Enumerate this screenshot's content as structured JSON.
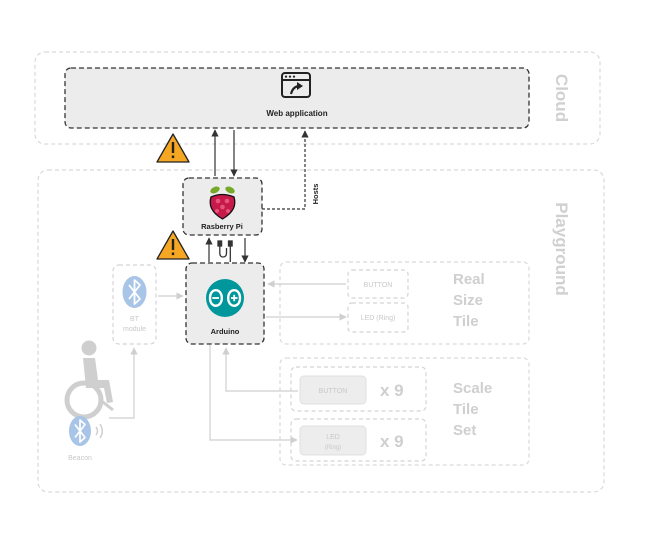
{
  "cloud": {
    "title": "Cloud",
    "web_app_label": "Web application"
  },
  "playground": {
    "title": "Playground"
  },
  "rpi": {
    "label": "Rasberry Pi",
    "hosts_label": "Hosts"
  },
  "arduino": {
    "label": "Arduino"
  },
  "bt_module": {
    "line1": "BT",
    "line2": "module"
  },
  "beacon": {
    "label": "Beacon"
  },
  "real_tile": {
    "button_label": "BUTTON",
    "led_label": "LED (Ring)",
    "title_lines": [
      "Real",
      "Size",
      "Tile"
    ]
  },
  "scale_tile": {
    "button_label": "BUTTON",
    "led_line1": "LED",
    "led_line2": "(Ring)",
    "multiplier_button": "x 9",
    "multiplier_led": "x 9",
    "title_lines": [
      "Scale",
      "Tile",
      "Set"
    ]
  },
  "colors": {
    "warning": "#f5a623",
    "raspberry_red": "#c51a4a",
    "raspberry_leaf": "#75a928",
    "arduino_teal": "#00979c",
    "bluetooth": "#a8c4e6",
    "faded_gray": "#cfcfcf",
    "dark_stroke": "#333333"
  }
}
